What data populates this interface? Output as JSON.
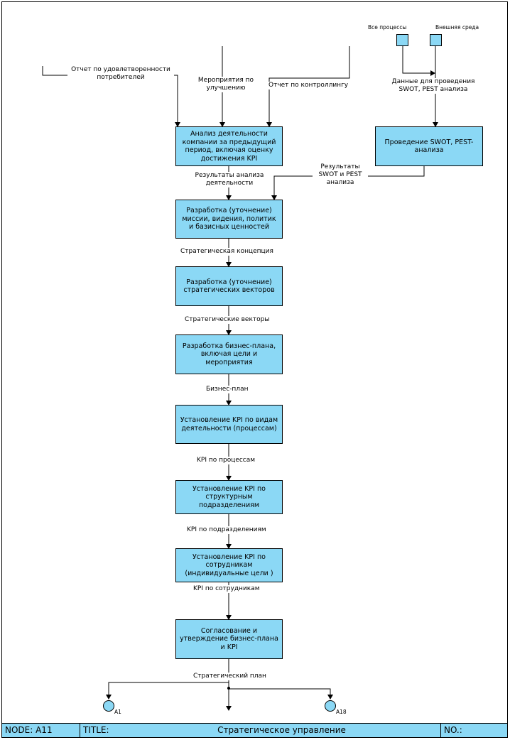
{
  "boxes": {
    "analysis": "Анализ деятельности компании за предыдущий период, включая оценку достижения KPI",
    "swot": "Проведение SWOT, PEST-анализа",
    "mission": "Разработка (уточнение) миссии, видения, политик и базисных ценностей",
    "vectors": "Разработка (уточнение) стратегических векторов",
    "bizplan": "Разработка бизнес-плана, включая цели и мероприятия",
    "kpi_process": "Установление KPI по видам деятельности (процессам)",
    "kpi_units": "Установление KPI по структурным подразделениям",
    "kpi_staff": "Установление KPI по сотрудникам (индивидуальные цели )",
    "approve": "Согласование и утверждение бизнес-плана и KPI"
  },
  "inputs": {
    "satisfaction": "Отчет по удовлетворенности потребителей",
    "improvement": "Мероприятия по улучшению",
    "controlling": "Отчет по контроллингу",
    "all_processes": "Все процессы",
    "environment": "Внешняя среда",
    "swot_data": "Данные для проведения SWOT, PEST анализа"
  },
  "flows": {
    "analysis_results": "Результаты анализа деятельности",
    "swot_results": "Результаты SWOT и PEST анализа",
    "concept": "Стратегическая концепция",
    "vectors": "Стратегические векторы",
    "bizplan": "Бизнес-план",
    "kpi_process": "KPI по процессам",
    "kpi_units": "KPI по подразделениям",
    "kpi_staff": "KPI по сотрудникам",
    "strategic_plan": "Стратегический план"
  },
  "refs": {
    "left": "A1",
    "right": "A18"
  },
  "footer": {
    "node": "NODE:  A11",
    "title_label": "TITLE:",
    "title": "Стратегическое управление",
    "no": "NO.:"
  },
  "colors": {
    "box_fill": "#8bd8f5",
    "line": "#000000"
  }
}
